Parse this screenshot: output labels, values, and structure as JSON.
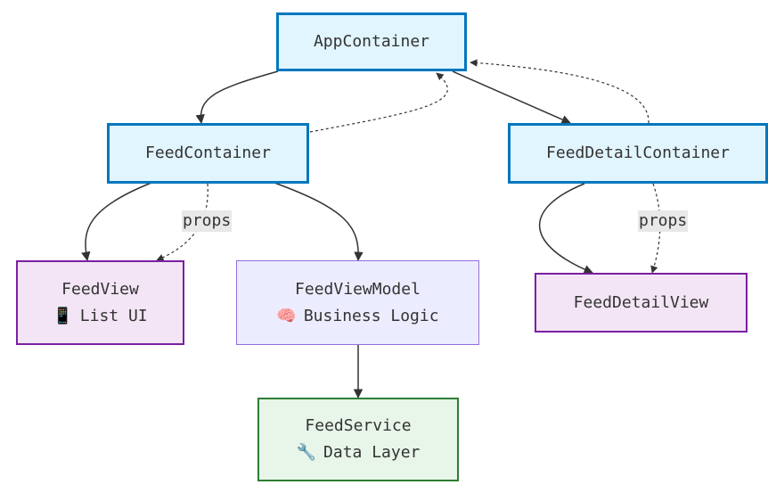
{
  "nodes": {
    "app_container": {
      "label": "AppContainer"
    },
    "feed_container": {
      "label": "FeedContainer"
    },
    "feed_detail_container": {
      "label": "FeedDetailContainer"
    },
    "feed_view": {
      "label": "FeedView",
      "icon": "📱",
      "sublabel": "List UI"
    },
    "feed_view_model": {
      "label": "FeedViewModel",
      "icon": "🧠",
      "sublabel": "Business Logic"
    },
    "feed_detail_view": {
      "label": "FeedDetailView"
    },
    "feed_service": {
      "label": "FeedService",
      "icon": "🔧",
      "sublabel": "Data Layer"
    }
  },
  "edge_labels": {
    "feed_props": "props",
    "detail_props": "props"
  },
  "colors": {
    "container_fill": "#e1f5fe",
    "container_border": "#0277bd",
    "view_fill": "#f3e5f5",
    "view_border": "#7b1fa2",
    "viewmodel_fill": "#ececff",
    "viewmodel_border": "#9370db",
    "service_fill": "#e8f5e9",
    "service_border": "#2e7d32",
    "edge": "#333333"
  }
}
